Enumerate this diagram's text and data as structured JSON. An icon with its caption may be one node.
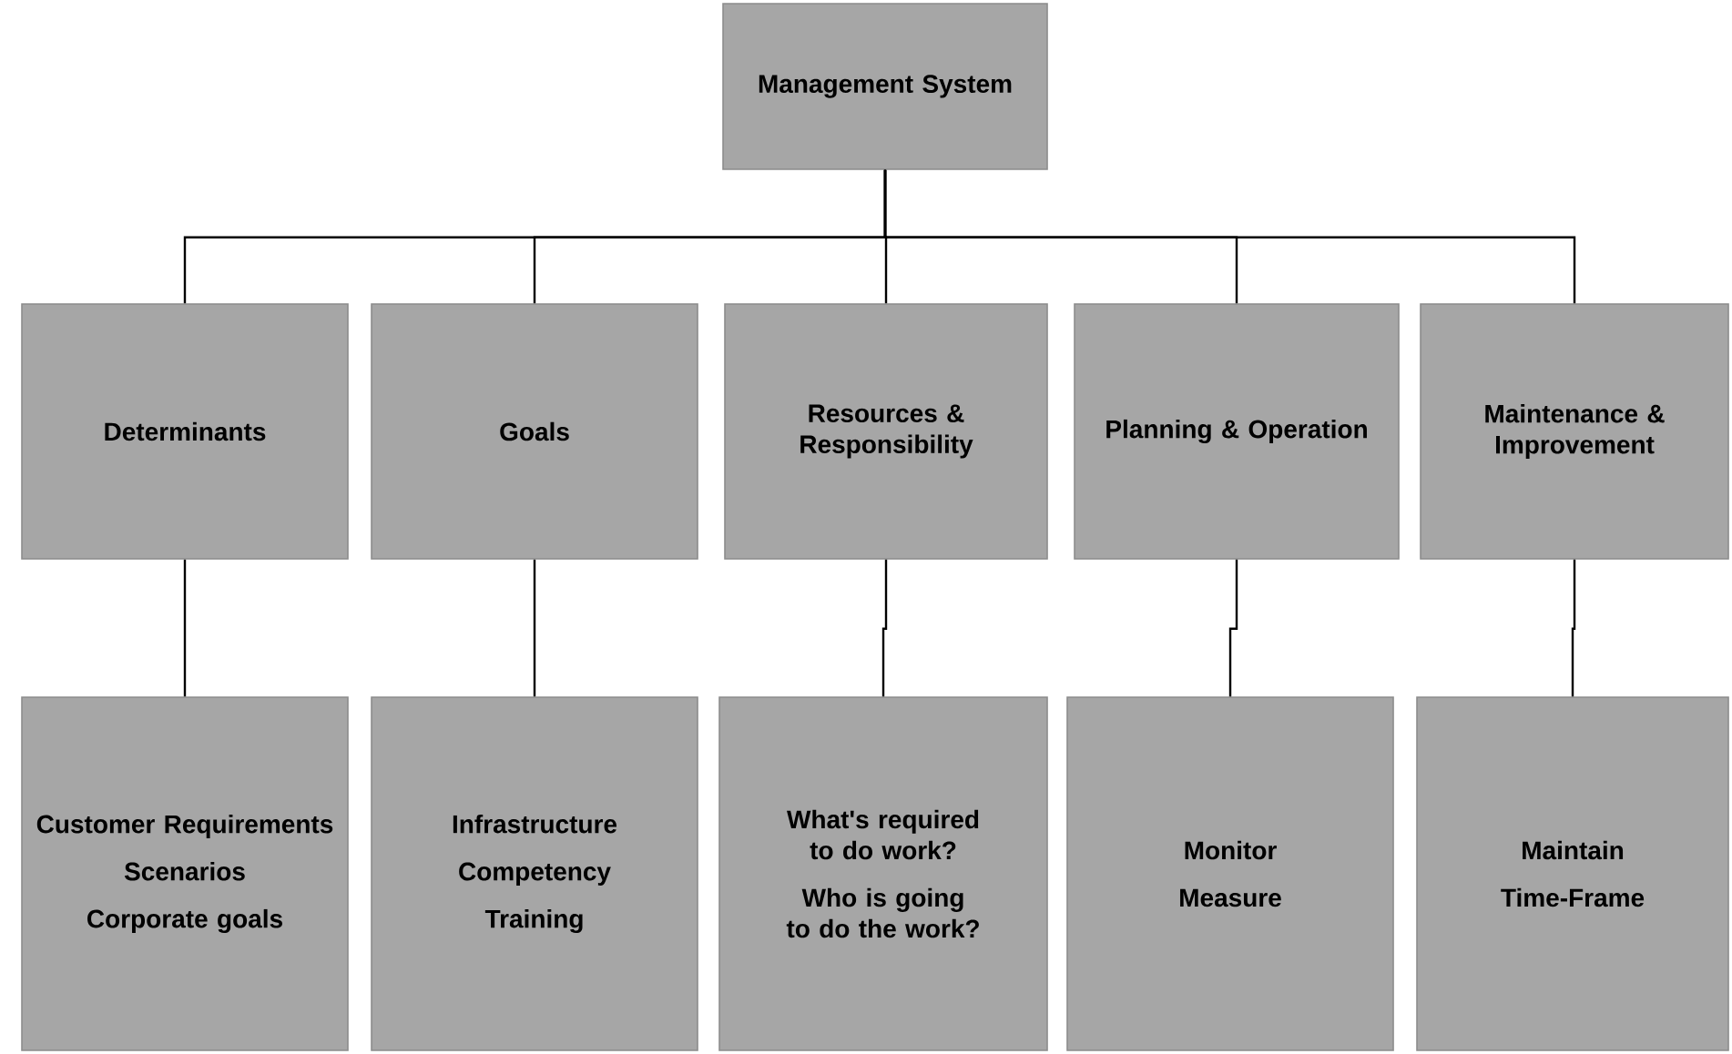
{
  "diagram": {
    "nodes": [
      {
        "text": [
          "Management System"
        ]
      },
      {
        "text": [
          "Determinants"
        ]
      },
      {
        "text": [
          "Goals"
        ]
      },
      {
        "text": [
          "Resources & Responsibility"
        ]
      },
      {
        "text": [
          "Planning & Operation"
        ]
      },
      {
        "text": [
          "Maintenance & Improvement"
        ]
      },
      {
        "text": [
          "Customer Requirements",
          "Scenarios",
          "Corporate goals"
        ]
      },
      {
        "text": [
          "Infrastructure",
          "Competency",
          "Training"
        ]
      },
      {
        "text": [
          "What's required to do work?",
          "Who is going to do the work?"
        ]
      },
      {
        "text": [
          "Monitor",
          "Measure"
        ]
      },
      {
        "text": [
          "Maintain",
          "Time-Frame"
        ]
      }
    ],
    "edges": [
      {
        "from": 0,
        "to": 1,
        "arrow": "none"
      },
      {
        "from": 0,
        "to": 2,
        "arrow": "none"
      },
      {
        "from": 0,
        "to": 3,
        "arrow": "none"
      },
      {
        "from": 0,
        "to": 4,
        "arrow": "none"
      },
      {
        "from": 0,
        "to": 5,
        "arrow": "none"
      },
      {
        "from": 1,
        "to": 6,
        "arrow": "none"
      },
      {
        "from": 2,
        "to": 7,
        "arrow": "none"
      },
      {
        "from": 3,
        "to": 8,
        "arrow": "none"
      },
      {
        "from": 4,
        "to": 9,
        "arrow": "none"
      },
      {
        "from": 5,
        "to": 10,
        "arrow": "none"
      }
    ]
  }
}
